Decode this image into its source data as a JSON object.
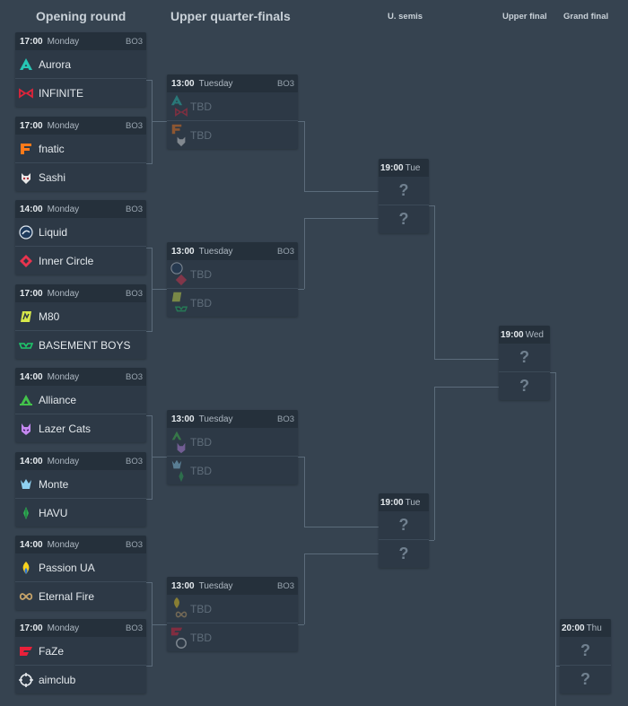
{
  "headers": {
    "opening": "Opening round",
    "uqf": "Upper quarter-finals",
    "usemis": "U. semis",
    "ufinal": "Upper final",
    "gfinal": "Grand final"
  },
  "opening_matches": [
    {
      "time": "17:00",
      "day": "Monday",
      "bo": "BO3",
      "team1": "Aurora",
      "team2": "INFINITE"
    },
    {
      "time": "17:00",
      "day": "Monday",
      "bo": "BO3",
      "team1": "fnatic",
      "team2": "Sashi"
    },
    {
      "time": "14:00",
      "day": "Monday",
      "bo": "BO3",
      "team1": "Liquid",
      "team2": "Inner Circle"
    },
    {
      "time": "17:00",
      "day": "Monday",
      "bo": "BO3",
      "team1": "M80",
      "team2": "BASEMENT BOYS"
    },
    {
      "time": "14:00",
      "day": "Monday",
      "bo": "BO3",
      "team1": "Alliance",
      "team2": "Lazer Cats"
    },
    {
      "time": "14:00",
      "day": "Monday",
      "bo": "BO3",
      "team1": "Monte",
      "team2": "HAVU"
    },
    {
      "time": "14:00",
      "day": "Monday",
      "bo": "BO3",
      "team1": "Passion UA",
      "team2": "Eternal Fire"
    },
    {
      "time": "17:00",
      "day": "Monday",
      "bo": "BO3",
      "team1": "FaZe",
      "team2": "aimclub"
    }
  ],
  "uqf_matches": [
    {
      "time": "13:00",
      "day": "Tuesday",
      "bo": "BO3",
      "team1": "TBD",
      "team2": "TBD"
    },
    {
      "time": "13:00",
      "day": "Tuesday",
      "bo": "BO3",
      "team1": "TBD",
      "team2": "TBD"
    },
    {
      "time": "13:00",
      "day": "Tuesday",
      "bo": "BO3",
      "team1": "TBD",
      "team2": "TBD"
    },
    {
      "time": "13:00",
      "day": "Tuesday",
      "bo": "BO3",
      "team1": "TBD",
      "team2": "TBD"
    }
  ],
  "semi_matches": [
    {
      "time": "19:00",
      "day": "Tue",
      "team1": "?",
      "team2": "?"
    },
    {
      "time": "19:00",
      "day": "Tue",
      "team1": "?",
      "team2": "?"
    }
  ],
  "upper_final": {
    "time": "19:00",
    "day": "Wed",
    "team1": "?",
    "team2": "?"
  },
  "grand_final": {
    "time": "20:00",
    "day": "Thu",
    "team1": "?",
    "team2": "?"
  },
  "colors": {
    "background": "#364350",
    "card": "#2d3946",
    "card_header": "#25303b",
    "connector": "#5b6b7a"
  }
}
